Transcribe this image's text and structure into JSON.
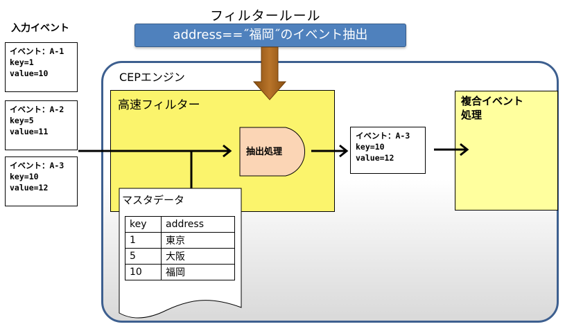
{
  "filter_rule": {
    "title": "フィルタールール",
    "expression": "address==˝福岡˝のイベント抽出"
  },
  "input_events": {
    "title": "入力イベント",
    "events": [
      {
        "name": "イベント：A-1",
        "key": "key=1",
        "value": "value=10"
      },
      {
        "name": "イベント：A-2",
        "key": "key=5",
        "value": "value=11"
      },
      {
        "name": "イベント：A-3",
        "key": "key=10",
        "value": "value=12"
      }
    ]
  },
  "cep_engine": {
    "label": "CEPエンジン",
    "fast_filter": {
      "label": "高速フィルター",
      "extract_process": "抽出処理"
    },
    "master_data": {
      "label": "マスタデータ",
      "columns": [
        "key",
        "address"
      ],
      "rows": [
        [
          "1",
          "東京"
        ],
        [
          "5",
          "大阪"
        ],
        [
          "10",
          "福岡"
        ]
      ]
    },
    "output_event": {
      "name": "イベント：A-3",
      "key": "key=10",
      "value": "value=12"
    },
    "composite_process": {
      "line1": "複合イベント",
      "line2": "処理"
    }
  },
  "colors": {
    "rule_box": "#4f81bd",
    "filter_fill": "#fbf46c",
    "extract_fill": "#fbd5b5",
    "composite_fill": "#ffff9e",
    "arrow_brown": "#a0601a",
    "engine_border": "#3d5f8f"
  }
}
